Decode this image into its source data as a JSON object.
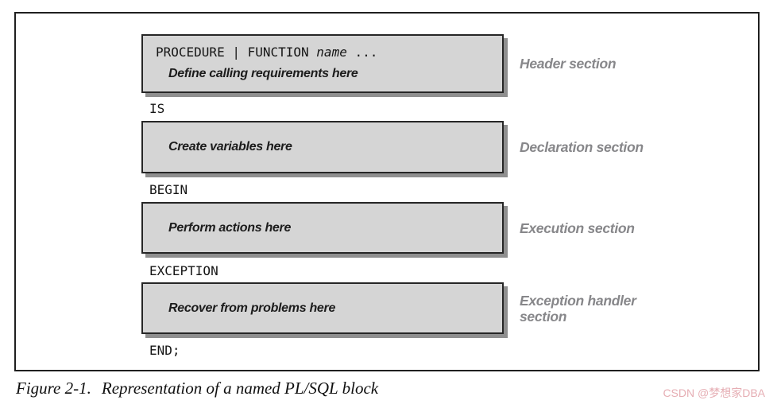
{
  "figure": {
    "header_box": {
      "code_prefix": "PROCEDURE | FUNCTION",
      "code_name": "name",
      "code_suffix": "...",
      "note": "Define calling requirements here"
    },
    "keywords": {
      "is": "IS",
      "begin": "BEGIN",
      "exception": "EXCEPTION",
      "end": "END;"
    },
    "declaration_box": {
      "note": "Create variables here"
    },
    "execution_box": {
      "note": "Perform actions here"
    },
    "exception_box": {
      "note": "Recover from problems here"
    },
    "section_labels": {
      "header": "Header section",
      "declaration": "Declaration section",
      "execution": "Execution section",
      "exception": "Exception handler section"
    }
  },
  "caption": {
    "label": "Figure 2-1.",
    "text": "Representation of a named PL/SQL block"
  },
  "watermark": "CSDN @梦想家DBA",
  "colors": {
    "box_fill": "#d5d5d5",
    "box_border": "#262626",
    "box_shadow": "#8f8f8f",
    "frame_border": "#1f1f1f",
    "section_label_gray": "#87878a",
    "watermark_pink": "#e6aeb4"
  }
}
